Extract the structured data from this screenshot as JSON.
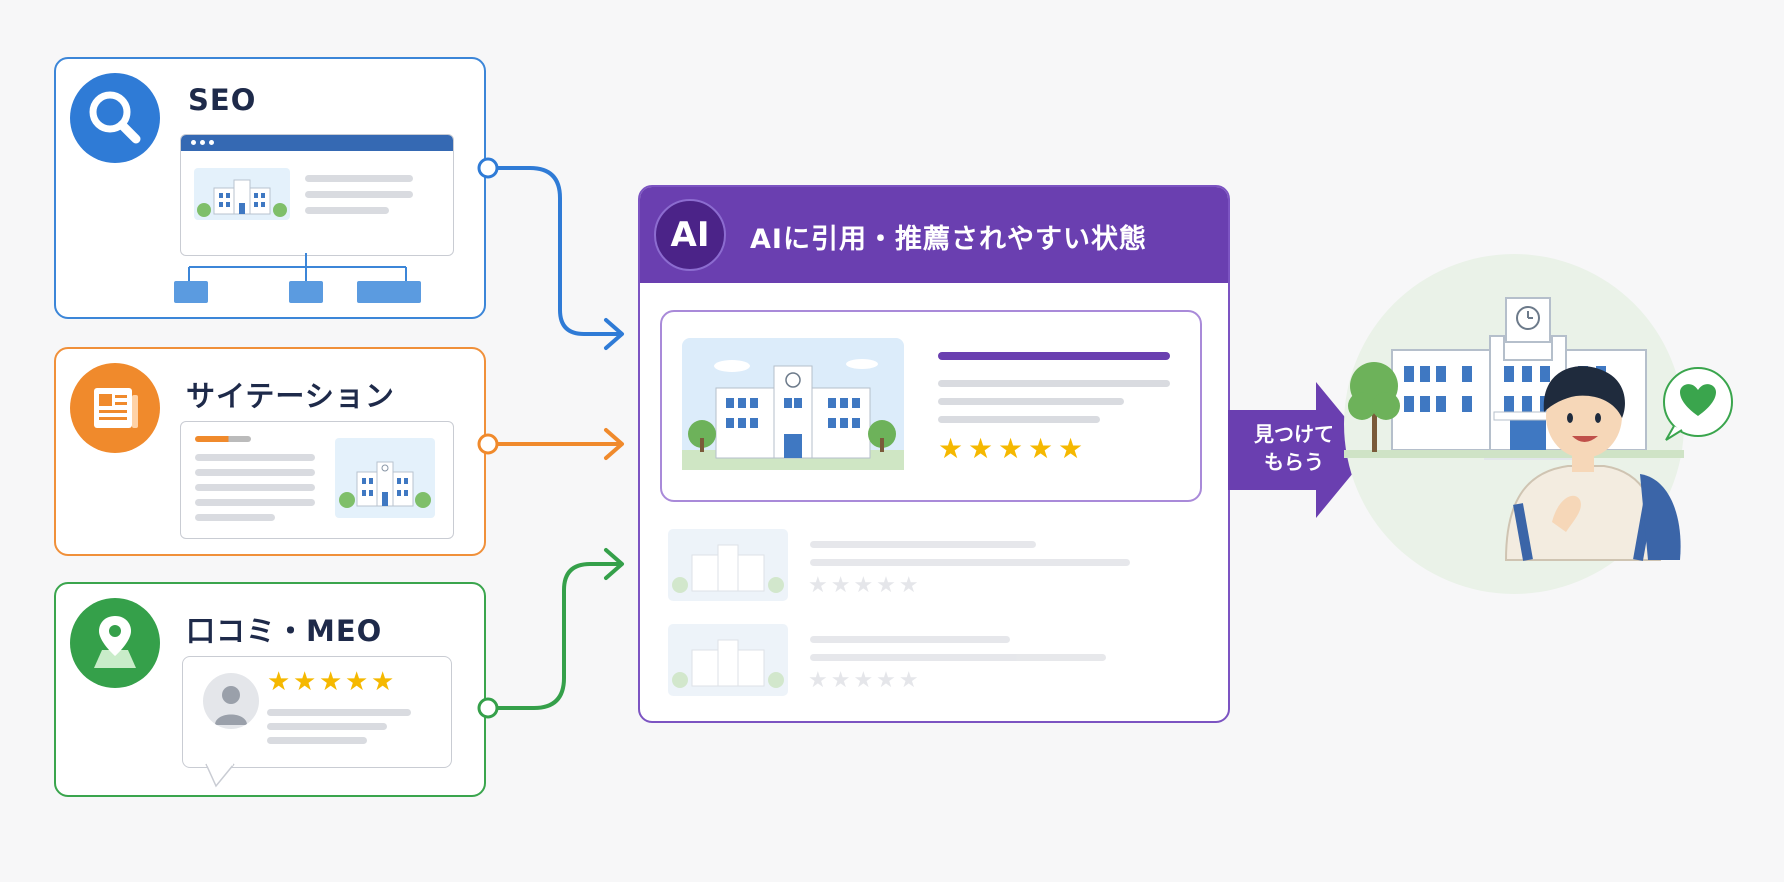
{
  "sources": {
    "seo": {
      "title": "SEO",
      "icon": "search-icon",
      "color": "#2f7bd6"
    },
    "citation": {
      "title": "サイテーション",
      "icon": "newspaper-icon",
      "color": "#f08a2c"
    },
    "reviews": {
      "title": "口コミ・MEO",
      "icon": "map-pin-icon",
      "color": "#35a04a"
    }
  },
  "ai_panel": {
    "badge": "AI",
    "title": "AIに引用・推薦されやすい状態",
    "color": "#6a3fb0",
    "featured_rating": 5
  },
  "arrow_label_line1": "見つけて",
  "arrow_label_line2": "もらう",
  "accent_star": "#f5b800",
  "heart_color": "#3aa54d"
}
